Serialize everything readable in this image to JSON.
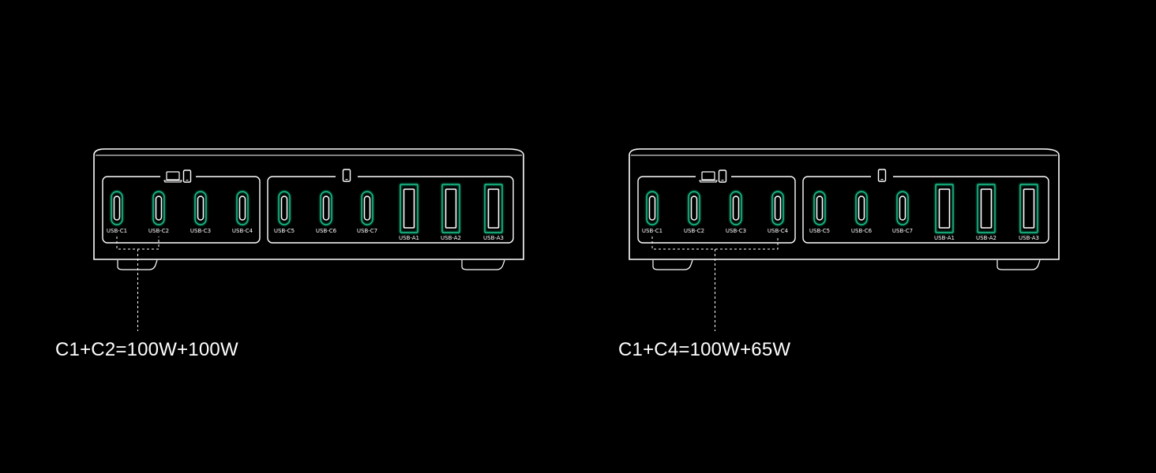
{
  "colors": {
    "background": "#000000",
    "outline": "#ffffff",
    "port_glow": "#19c28a"
  },
  "chargers": [
    {
      "name": "charger-left",
      "group1_icons": [
        "laptop-icon",
        "phone-icon"
      ],
      "group2_icons": [
        "phone-icon"
      ],
      "ports": [
        "USB-C1",
        "USB-C2",
        "USB-C3",
        "USB-C4",
        "USB-C5",
        "USB-C6",
        "USB-C7",
        "USB-A1",
        "USB-A2",
        "USB-A3"
      ],
      "caption": "C1+C2=100W+100W"
    },
    {
      "name": "charger-right",
      "group1_icons": [
        "laptop-icon",
        "phone-icon"
      ],
      "group2_icons": [
        "phone-icon"
      ],
      "ports": [
        "USB-C1",
        "USB-C2",
        "USB-C3",
        "USB-C4",
        "USB-C5",
        "USB-C6",
        "USB-C7",
        "USB-A1",
        "USB-A2",
        "USB-A3"
      ],
      "caption": "C1+C4=100W+65W"
    }
  ]
}
